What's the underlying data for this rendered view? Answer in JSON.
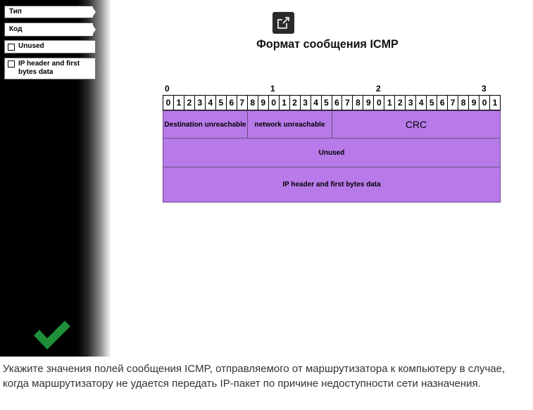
{
  "sidebar": {
    "tabs": [
      {
        "label": "Тип"
      },
      {
        "label": "Код"
      }
    ],
    "options": [
      {
        "label": "Unused",
        "checked": false
      },
      {
        "label": "IP header and first bytes data",
        "checked": false
      }
    ]
  },
  "icons": {
    "open": "open-external-icon",
    "check": "checkmark-icon"
  },
  "colors": {
    "field_fill": "#b77ae8",
    "check_green": "#1f8f3a"
  },
  "diagram": {
    "title": "Формат сообщения ICMP",
    "scale_numbers": [
      "0",
      "1",
      "2",
      "3"
    ],
    "bits": [
      "0",
      "1",
      "2",
      "3",
      "4",
      "5",
      "6",
      "7",
      "8",
      "9",
      "0",
      "1",
      "2",
      "3",
      "4",
      "5",
      "6",
      "7",
      "8",
      "9",
      "0",
      "1",
      "2",
      "3",
      "4",
      "5",
      "6",
      "7",
      "8",
      "9",
      "0",
      "1"
    ],
    "fields": {
      "type": "Destination unreachable",
      "code": "network unreachable",
      "checksum": "CRC",
      "unused": "Unused",
      "ip_header": "IP header and first bytes data"
    }
  },
  "question": "Укажите значения полей сообщения ICMP, отправляемого от маршрутизатора к компьютеру в случае, когда маршрутизатору не удается передать IP-пакет по причине недоступности сети назначения."
}
